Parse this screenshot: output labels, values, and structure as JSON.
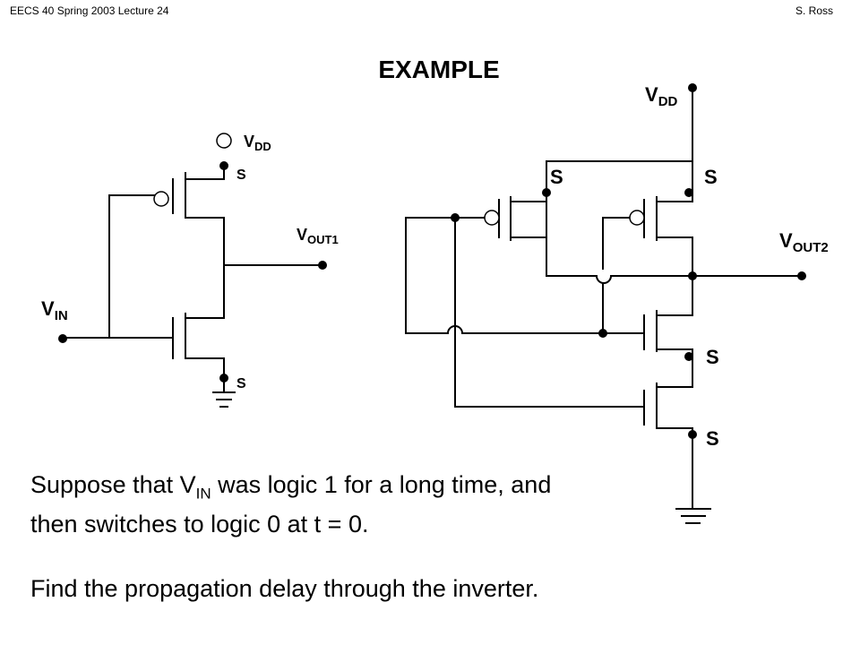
{
  "header": {
    "left": "EECS 40 Spring 2003  Lecture 24",
    "right": "S. Ross"
  },
  "title": "EXAMPLE",
  "labels": {
    "v": "V",
    "dd": "DD",
    "in_sub": "IN",
    "out1_sub": "OUT1",
    "out2_sub": "OUT2",
    "s": "S"
  },
  "text": {
    "line1_a": "Suppose that V",
    "line1_sub": "IN",
    "line1_b": " was logic 1 for a long time, and",
    "line2": "then switches to logic 0 at t = 0.",
    "line3": "Find the propagation  delay through the inverter."
  }
}
